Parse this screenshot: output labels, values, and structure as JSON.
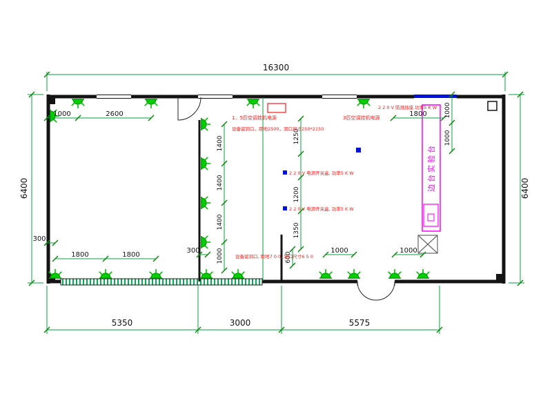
{
  "drawing": {
    "title": "room-electrical-floor-plan",
    "colors": {
      "dimension_line": "#00a040",
      "light_symbol": "#00cc00",
      "annotation": "#ff1a1a",
      "bench": "#ff00ff",
      "wall": "#141414",
      "blue_device": "#0010dd"
    },
    "dimensions": {
      "overall_width": "16300",
      "height_left": "6400",
      "height_right": "6400",
      "bottom": [
        "5350",
        "3000",
        "5575"
      ],
      "top_left": [
        "1000",
        "2600"
      ],
      "top_right": "1800",
      "right_chain": [
        "1000",
        "1000"
      ],
      "left_chain": [
        "1400",
        "1400",
        "1400",
        "1000"
      ],
      "center_chain": [
        "1250",
        "1200",
        "1350",
        "600"
      ],
      "bottom_left_offset": "300",
      "bottom_left": [
        "1800",
        "1800"
      ],
      "bottom_mid_offset": "300",
      "bottom_right": [
        "1000",
        "1000"
      ]
    },
    "annotations": {
      "ac_1_5": "1．5匹空调挂机电源",
      "hole_top": "设备留洞口，距地2500，洞口尺寸250*2150",
      "ac_3": "3匹空调挂机电源",
      "splash_socket": "2 2 0 V 防溅插座  功率5 K W",
      "switch_box_1": "2 2 0 V 电源开关盒, 功率5 K W",
      "switch_box_2": "2 2 0 V 电源开关盒, 功率5 K W",
      "hole_bottom": "设备留洞口, 距地7 0 0, 洞口尺寸6 5 0",
      "bench": "边台实验台"
    }
  }
}
